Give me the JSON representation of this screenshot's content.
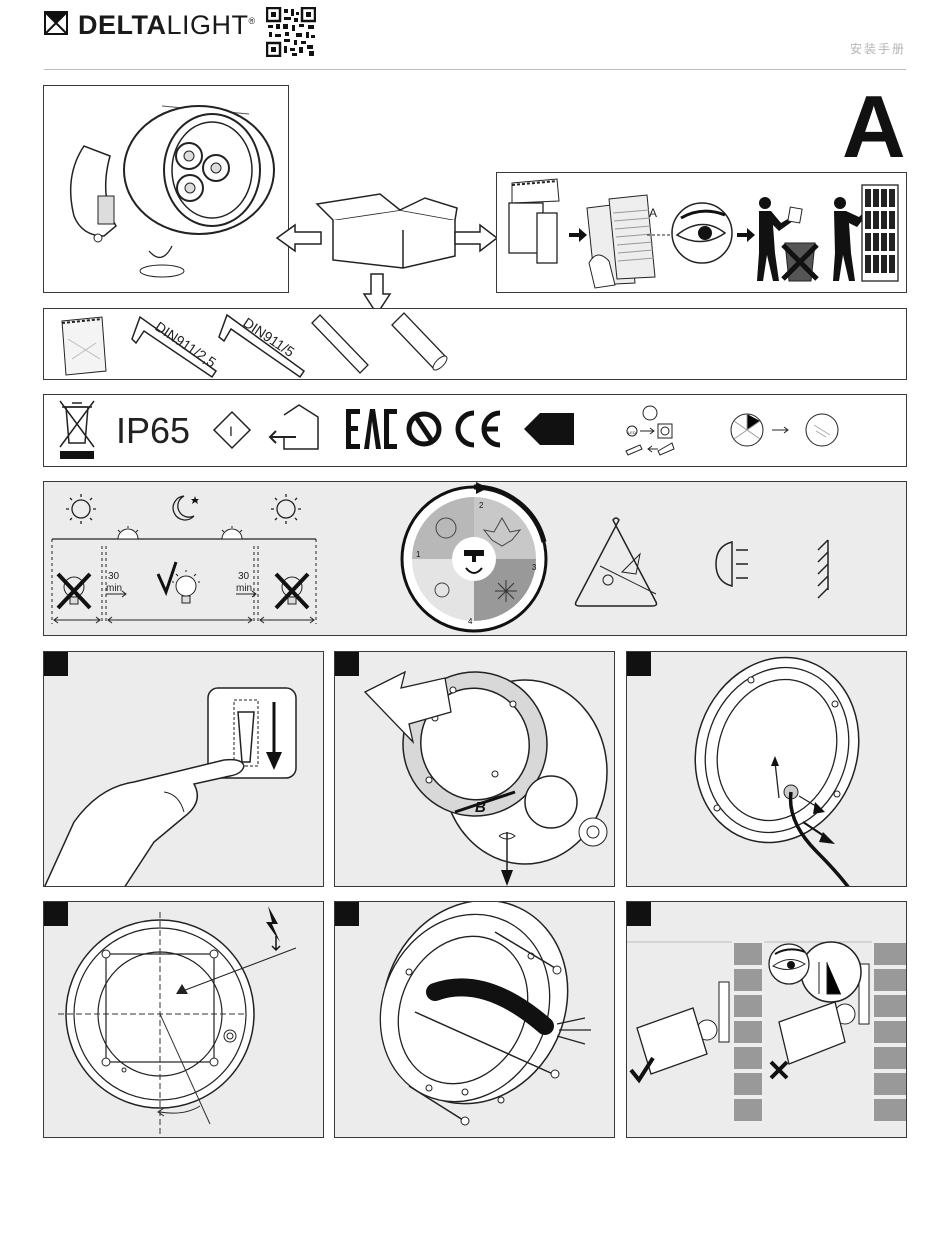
{
  "header": {
    "brand_light": "LIGHT",
    "brand_bold": "DELTA",
    "registered": "®",
    "doc_title": "安装手册",
    "section_letter": "A"
  },
  "accessories": {
    "tool_1": "DIN911/2,5",
    "tool_2": "DIN911/5"
  },
  "markings": {
    "ip_rating": "IP65",
    "class_symbol": "I"
  },
  "operation": {
    "delay_left_value": "30",
    "delay_left_unit": "min",
    "delay_right_value": "30",
    "delay_right_unit": "min",
    "season_1": "1",
    "season_2": "2",
    "season_3": "3",
    "season_4": "4"
  },
  "steps": {
    "step_2_label": "B"
  },
  "icons": [
    "delta-logo-icon",
    "qr-code-icon",
    "weee-bin-icon",
    "class-one-diamond-icon",
    "indoor-house-icon",
    "eac-mark-icon",
    "rcm-mark-icon",
    "ce-mark-icon",
    "arrow-tag-icon",
    "led-replace-icon",
    "lens-icon",
    "sun-icon",
    "moon-icon",
    "bulb-icon",
    "warning-triangle-icon",
    "light-icon",
    "hatch-surface-icon",
    "lightning-icon",
    "eye-icon",
    "check-icon",
    "cross-icon"
  ],
  "colors": {
    "ink": "#1a1a1a",
    "panel_grey": "#ececec",
    "border": "#3a3a3a",
    "title_grey": "#b5b5b5"
  }
}
